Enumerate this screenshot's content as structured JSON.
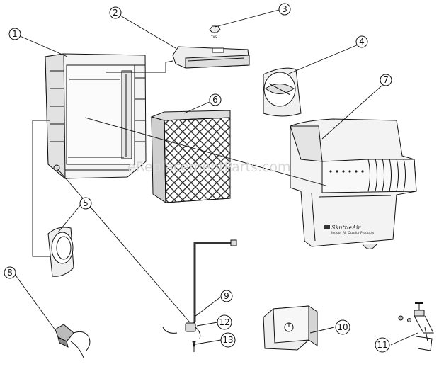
{
  "watermark": "eReplacementParts.com",
  "callouts": [
    "1",
    "2",
    "3",
    "4",
    "5",
    "6",
    "7",
    "8",
    "9",
    "10",
    "11",
    "12",
    "13"
  ],
  "part3_label": "TAS",
  "cabinet_logo": "SkuttleAir",
  "cabinet_tagline": "Indoor Air Quality Products",
  "colors": {
    "line": "#111111",
    "fill_light": "#f2f2f2",
    "fill_mid": "#dcdcdc",
    "watermark": "#d8d8d8"
  }
}
